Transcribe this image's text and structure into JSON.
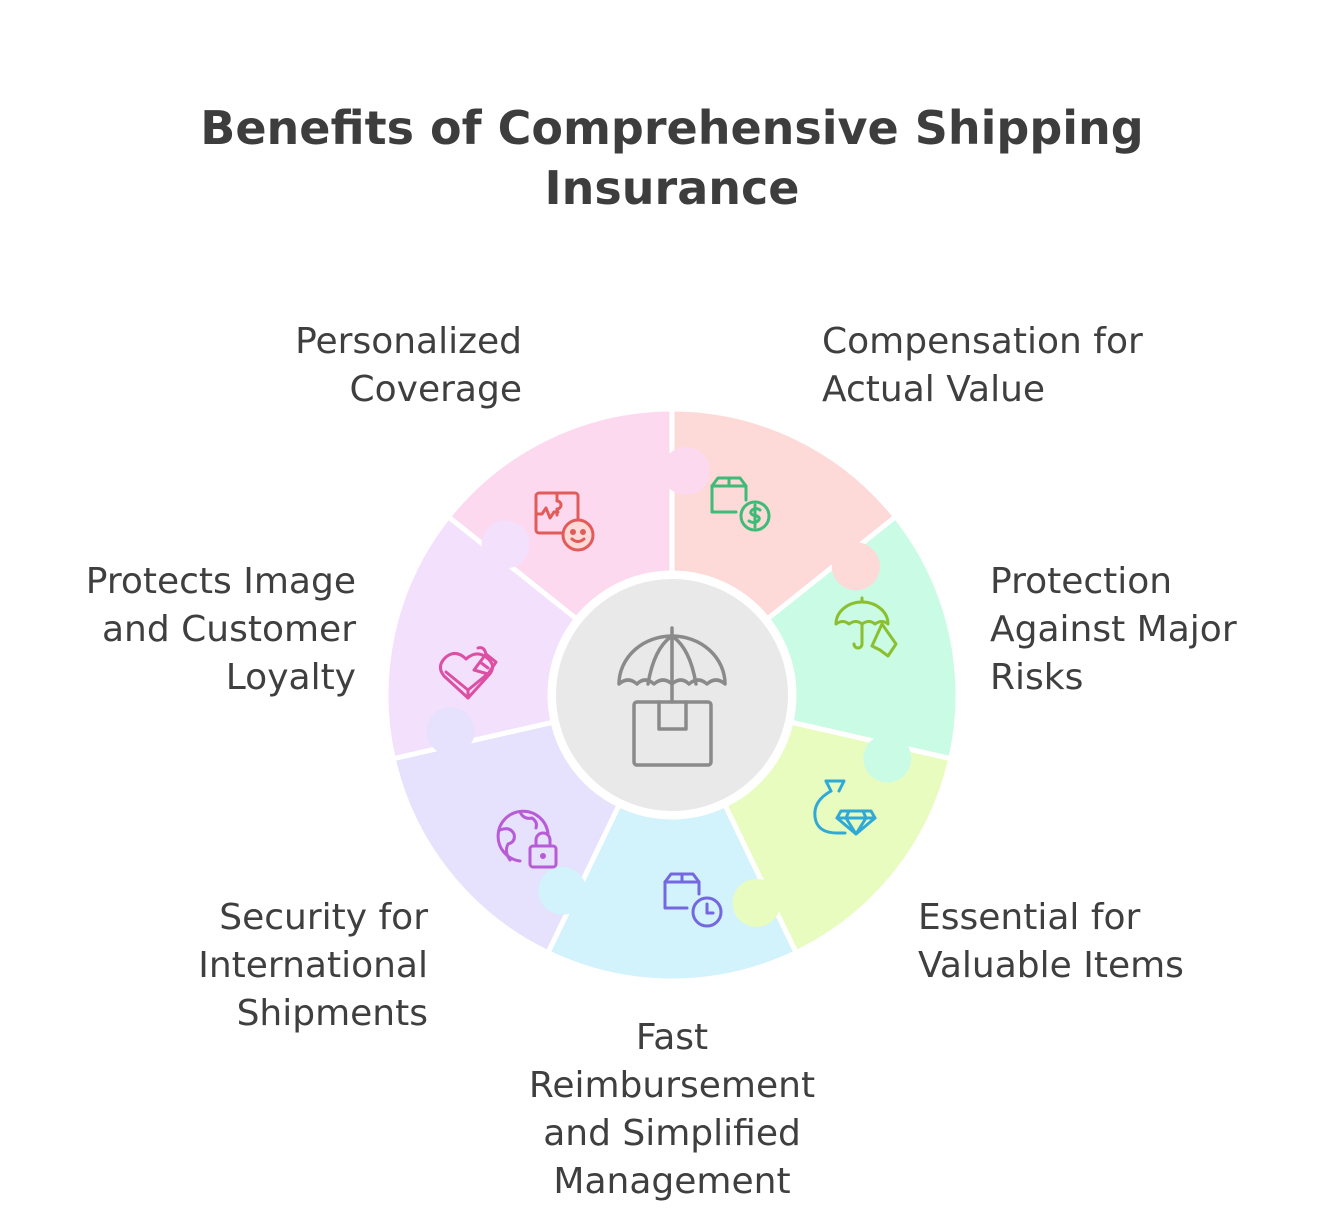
{
  "title": {
    "line1": "Benefits of Comprehensive Shipping",
    "line2": "Insurance"
  },
  "segments": [
    {
      "id": "personalized-coverage",
      "lines": [
        "Personalized",
        "Coverage"
      ],
      "fill": "#fdd9d7",
      "icon_color": "#e25b5b",
      "icon": "puzzle-face-icon"
    },
    {
      "id": "compensation-actual-value",
      "lines": [
        "Compensation for",
        "Actual Value"
      ],
      "fill": "#c9fbe5",
      "icon_color": "#3dbb77",
      "icon": "package-dollar-icon"
    },
    {
      "id": "protection-major-risks",
      "lines": [
        "Protection",
        "Against Major",
        "Risks"
      ],
      "fill": "#e9fcc0",
      "icon_color": "#8bbf2d",
      "icon": "umbrella-hand-icon"
    },
    {
      "id": "valuable-items",
      "lines": [
        "Essential for",
        "Valuable Items"
      ],
      "fill": "#d2f2fc",
      "icon_color": "#2fa9d6",
      "icon": "money-bag-diamond-icon"
    },
    {
      "id": "fast-reimbursement",
      "lines": [
        "Fast",
        "Reimbursement",
        "and Simplified",
        "Management"
      ],
      "fill": "#e6e1fc",
      "icon_color": "#7467e0",
      "icon": "package-clock-icon"
    },
    {
      "id": "international-shipments",
      "lines": [
        "Security for",
        "International",
        "Shipments"
      ],
      "fill": "#f3e0fc",
      "icon_color": "#b75cd6",
      "icon": "globe-lock-icon"
    },
    {
      "id": "image-loyalty",
      "lines": [
        "Protects Image",
        "and Customer",
        "Loyalty"
      ],
      "fill": "#fdd9ef",
      "icon_color": "#dc4fa3",
      "icon": "heart-gift-icon"
    }
  ],
  "center": {
    "fill": "#e9e9e9",
    "icon_color": "#8a8a8a",
    "icon": "umbrella-box-icon"
  }
}
